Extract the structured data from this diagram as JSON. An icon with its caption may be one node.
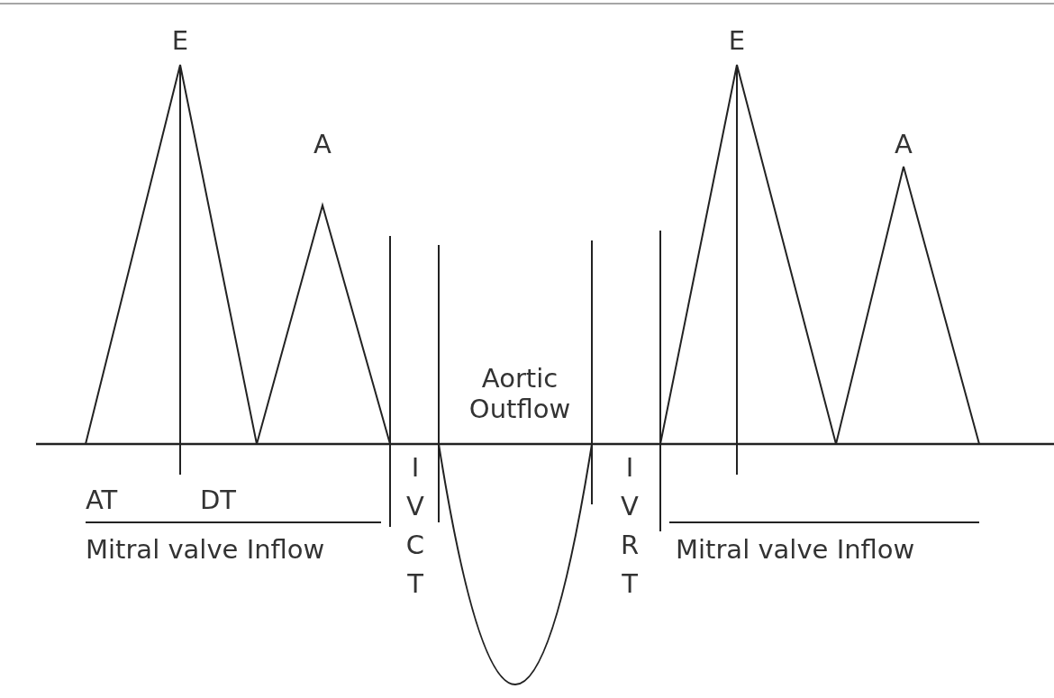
{
  "diagram": {
    "labels": [
      "E",
      "A",
      "E",
      "A",
      "Aortic Outflow",
      "AT",
      "DT",
      "Mitral valve Inflow",
      "IVCT",
      "IVRT",
      "Mitral valve Inflow"
    ]
  }
}
